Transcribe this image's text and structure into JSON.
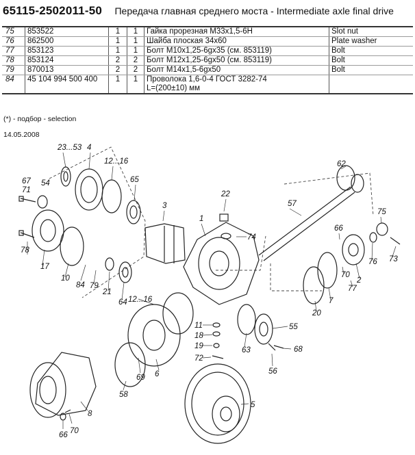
{
  "header": {
    "code": "65115-2502011-50",
    "title": "Передача главная среднего моста  -  Intermediate axle final drive"
  },
  "parts": [
    {
      "pos": "75",
      "number": "853522",
      "q1": "1",
      "q2": "1",
      "ru": "Гайка прорезная М33х1,5-6Н",
      "en": "Slot nut"
    },
    {
      "pos": "76",
      "number": "862500",
      "q1": "1",
      "q2": "1",
      "ru": "Шайба плоская 34х60",
      "en": "Plate washer"
    },
    {
      "pos": "77",
      "number": "853123",
      "q1": "1",
      "q2": "1",
      "ru": "Болт М10х1,25-6gх35 (см. 853119)",
      "en": "Bolt"
    },
    {
      "pos": "78",
      "number": "853124",
      "q1": "2",
      "q2": "2",
      "ru": "Болт М12х1,25-6gх50 (см. 853119)",
      "en": "Bolt"
    },
    {
      "pos": "79",
      "number": "870013",
      "q1": "2",
      "q2": "2",
      "ru": "Болт М14х1,5-6gх50",
      "en": "Bolt"
    },
    {
      "pos": "84",
      "number": "45 104 994 500 400",
      "q1": "1",
      "q2": "1",
      "ru": "Проволока 1,6-0-4 ГОСТ 3282-74\n L=(200±10) мм",
      "en": ""
    }
  ],
  "note": "(*) - подбор  -  selection",
  "date": "14.05.2008",
  "diagram_labels": [
    "23...53",
    "4",
    "12...16",
    "65",
    "62",
    "67",
    "71",
    "54",
    "22",
    "57",
    "3",
    "1",
    "74",
    "66",
    "75",
    "78",
    "17",
    "10",
    "84",
    "79",
    "21",
    "64",
    "76",
    "73",
    "2",
    "70",
    "77",
    "7",
    "12...16",
    "20",
    "11",
    "18",
    "19",
    "72",
    "55",
    "63",
    "68",
    "69",
    "6",
    "56",
    "58",
    "8",
    "5",
    "66",
    "70"
  ]
}
